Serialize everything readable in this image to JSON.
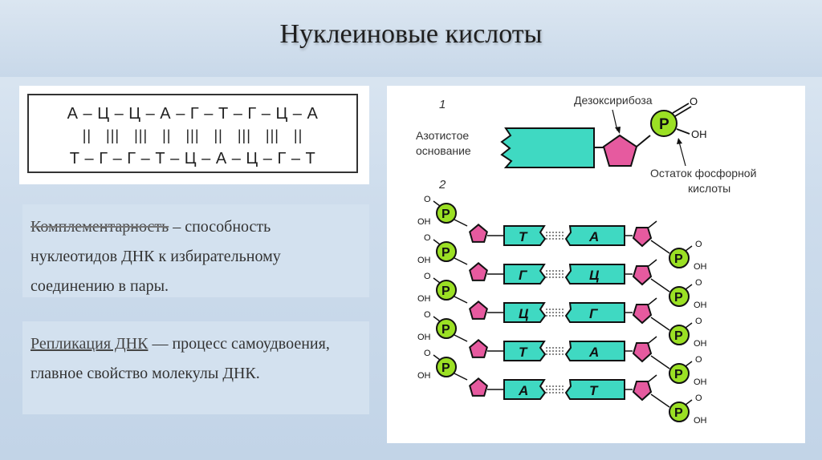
{
  "title": "Нуклеиновые кислоты",
  "sequence": {
    "top": "А – Ц – Ц – А – Г – Т – Г – Ц – А",
    "bonds": "||   |||   |||   ||   |||   ||   |||   |||   ||",
    "bottom": "Т – Г – Г – Т – Ц – А – Ц – Г – Т"
  },
  "complementarity": {
    "term": "Комплементарность",
    "text": " – способность нуклеотидов ДНК к избирательному соединению в пары."
  },
  "replication": {
    "term": "Репликация ДНК",
    "text": " — процесс самоудвоения, главное свойство молекулы ДНК."
  },
  "diagram": {
    "label_1": "1",
    "label_2": "2",
    "nitrogen_base_line1": "Азотистое",
    "nitrogen_base_line2": "основание",
    "deoxyribose": "Дезоксирибоза",
    "phosphate_line1": "Остаток фосфорной",
    "phosphate_line2": "кислоты",
    "phosphate_symbol": "P",
    "oxygen": "O",
    "hydroxyl": "OH",
    "pairs": [
      {
        "left": "Т",
        "right": "А"
      },
      {
        "left": "Г",
        "right": "Ц"
      },
      {
        "left": "Ц",
        "right": "Г"
      },
      {
        "left": "Т",
        "right": "А"
      },
      {
        "left": "А",
        "right": "Т"
      }
    ],
    "colors": {
      "base": "#3fd9c2",
      "sugar": "#e65a9f",
      "phosphate": "#9be024"
    }
  }
}
